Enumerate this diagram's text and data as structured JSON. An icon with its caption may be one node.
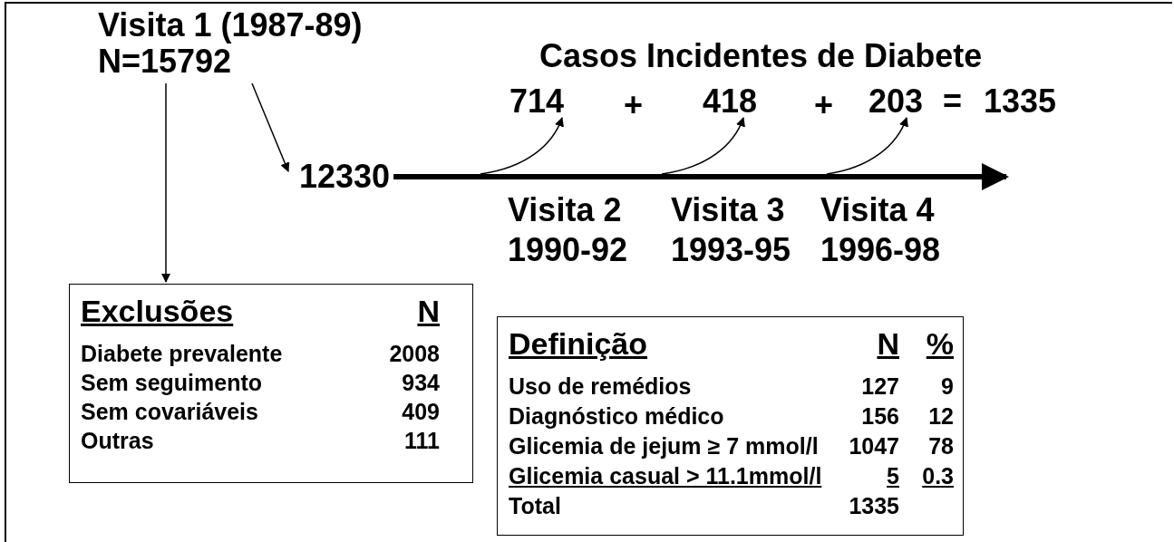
{
  "diagram": {
    "nodes": [
      {
        "text": [
          "Visita 1 (1987-89)",
          "N=15792"
        ]
      },
      {
        "text": [
          "12330"
        ]
      },
      {
        "text": [
          "714"
        ]
      },
      {
        "text": [
          "418"
        ]
      },
      {
        "text": [
          "203"
        ]
      },
      {
        "text": [
          "Exclusões",
          "N",
          "Diabete prevalente",
          "2008",
          "Sem seguimento",
          "934",
          "Sem covariáveis",
          "409",
          "Outras",
          "111"
        ]
      },
      {
        "text": [
          "Definição",
          "N",
          "%",
          "Uso de remédios",
          "127",
          "9",
          "Diagnóstico médico",
          "156",
          "12",
          "Glicemia de jejum ≥ 7 mmol/l",
          "1047",
          "78",
          "Glicemia casual > 11.1mmol/l",
          "5",
          "0.3",
          "Total",
          "1335"
        ]
      }
    ],
    "edges": [
      {
        "from": 0,
        "to": 1,
        "arrow": "to"
      },
      {
        "from": 0,
        "to": 5,
        "arrow": "to"
      },
      {
        "from": 1,
        "to": null,
        "arrow": "to",
        "style": "thick"
      },
      {
        "from": null,
        "to": 2,
        "arrow": "to"
      },
      {
        "from": null,
        "to": 3,
        "arrow": "to"
      },
      {
        "from": null,
        "to": 4,
        "arrow": "to"
      }
    ],
    "labels": [
      "Casos Incidentes de Diabete",
      "+",
      "+",
      "=",
      "1335",
      "Visita 2 1990-92",
      "Visita 3 1993-95",
      "Visita 4 1996-98"
    ]
  }
}
